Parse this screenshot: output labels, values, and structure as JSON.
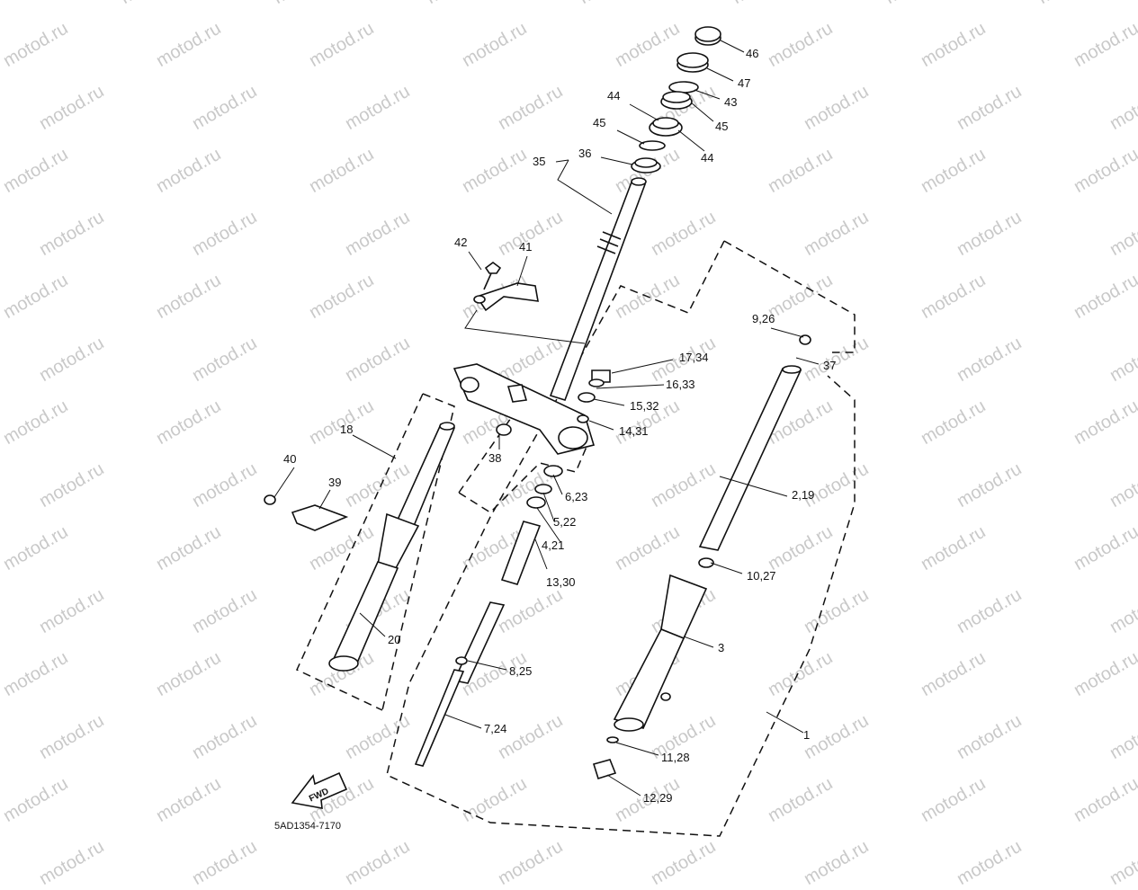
{
  "watermark": "motod.ru",
  "diagram_code": "5AD1354-7170",
  "fwd_label": "FWD",
  "callouts": {
    "c46": "46",
    "c47": "47",
    "c43": "43",
    "c45a": "45",
    "c44a": "44",
    "c44b": "44",
    "c45b": "45",
    "c36": "36",
    "c35": "35",
    "c42": "42",
    "c41": "41",
    "c9_26": "9,26",
    "c37": "37",
    "c17_34": "17,34",
    "c16_33": "16,33",
    "c15_32": "15,32",
    "c14_31": "14,31",
    "c18": "18",
    "c38": "38",
    "c40": "40",
    "c39": "39",
    "c6_23": "6,23",
    "c5_22": "5,22",
    "c4_21": "4,21",
    "c13_30": "13,30",
    "c2_19": "2,19",
    "c10_27": "10,27",
    "c3": "3",
    "c20": "20",
    "c8_25": "8,25",
    "c7_24": "7,24",
    "c1": "1",
    "c11_28": "11,28",
    "c12_29": "12,29"
  }
}
